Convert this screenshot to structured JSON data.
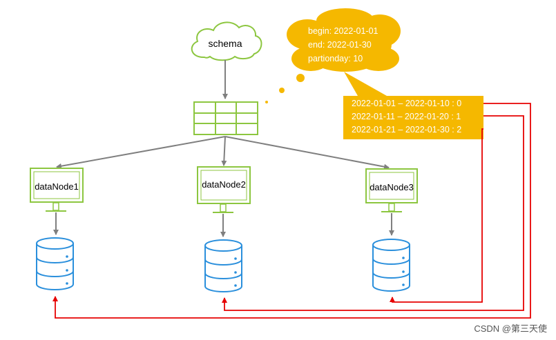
{
  "schema": {
    "label": "schema"
  },
  "bubble": {
    "lines": [
      "begin: 2022-01-01",
      "end: 2022-01-30",
      "partionday: 10"
    ]
  },
  "callout": {
    "lines": [
      "2022-01-01 – 2022-01-10 : 0",
      "2022-01-11 – 2022-01-20 : 1",
      "2022-01-21 – 2022-01-30 : 2"
    ]
  },
  "nodes": [
    {
      "label": "dataNode1"
    },
    {
      "label": "dataNode2"
    },
    {
      "label": "dataNode3"
    }
  ],
  "watermark": "CSDN @第三天使",
  "colors": {
    "green": "#8cc63f",
    "blue": "#2a8fdc",
    "orange": "#f5b800",
    "red": "#e60000",
    "gray": "#7f7f7f"
  }
}
